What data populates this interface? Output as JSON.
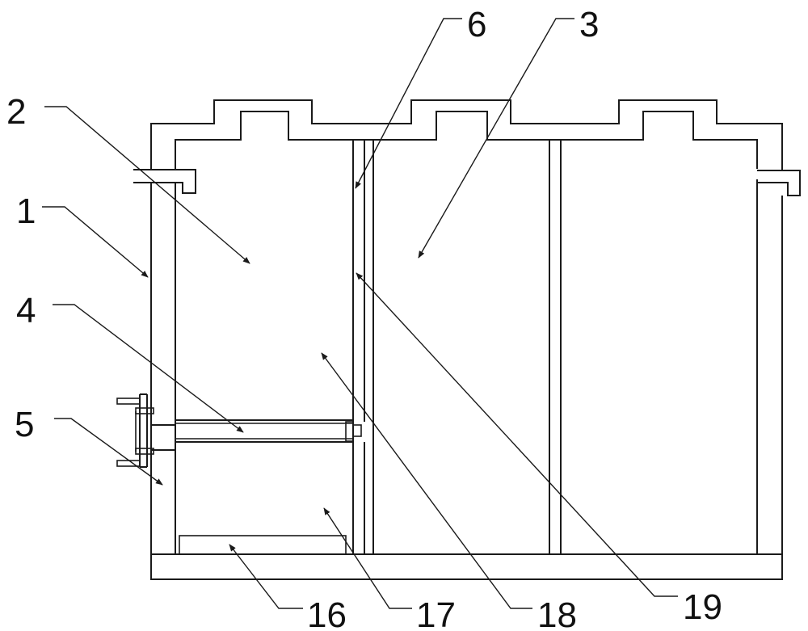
{
  "labels": {
    "l1": "1",
    "l2": "2",
    "l3": "3",
    "l4": "4",
    "l5": "5",
    "l6": "6",
    "l16": "16",
    "l17": "17",
    "l18": "18",
    "l19": "19"
  },
  "colors": {
    "stroke": "#1a1a1a",
    "background": "#ffffff"
  }
}
